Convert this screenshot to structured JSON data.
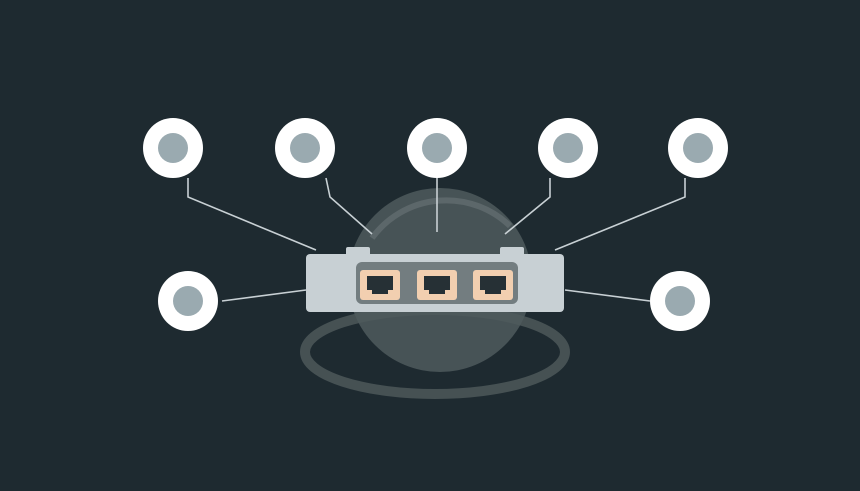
{
  "diagram": {
    "colors": {
      "background": "#1e2a30",
      "node_ring": "#ffffff",
      "node_core": "#9aaab0",
      "connector": "#c8d0d4",
      "switch_body": "#c8d0d4",
      "switch_panel": "#737d80",
      "port_frame": "#f2cfb0",
      "port_socket": "#263035",
      "dome": "#4f5a5d",
      "base_ring": "#4a5558"
    },
    "nodes": [
      {
        "name": "node-1",
        "icon": "device-node-icon"
      },
      {
        "name": "node-2",
        "icon": "device-node-icon"
      },
      {
        "name": "node-3",
        "icon": "device-node-icon"
      },
      {
        "name": "node-4",
        "icon": "device-node-icon"
      },
      {
        "name": "node-5",
        "icon": "device-node-icon"
      },
      {
        "name": "node-6",
        "icon": "device-node-icon"
      },
      {
        "name": "node-7",
        "icon": "device-node-icon"
      }
    ],
    "switch": {
      "icon": "network-switch-icon",
      "ports": [
        {
          "icon": "ethernet-port-icon"
        },
        {
          "icon": "ethernet-port-icon"
        },
        {
          "icon": "ethernet-port-icon"
        }
      ]
    }
  }
}
